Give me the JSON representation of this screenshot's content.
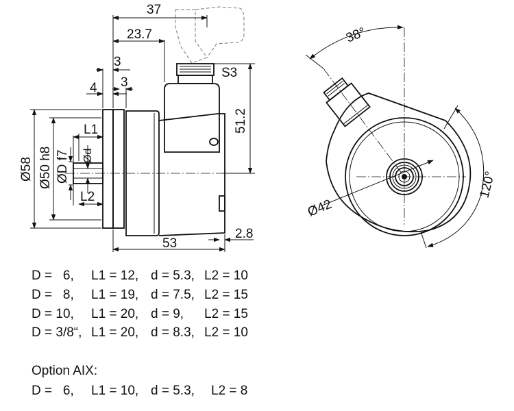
{
  "dimensions": {
    "overall_length_connector": "37",
    "connector_offset": "23.7",
    "flange_offset_a": "3",
    "flange_offset_b": "3",
    "flange_thickness": "4",
    "connector_label": "S3",
    "connector_height": "51.2",
    "body_diameter": "Ø58",
    "pilot_diameter": "Ø50 h8",
    "shaft_diameter": "ØD f7",
    "inner_diameter": "Ød",
    "shaft_length_1": "L1",
    "shaft_length_2": "L2",
    "body_length": "53",
    "cap_length": "2.8",
    "connector_angle": "38°",
    "mounting_diameter": "Ø42",
    "mounting_angle": "120°"
  },
  "variants": [
    {
      "D": "D =   6,",
      "L1": "L1 = 12,",
      "d": "d = 5.3,",
      "L2": "L2 = 10"
    },
    {
      "D": "D =   8,",
      "L1": "L1 = 19,",
      "d": "d = 7.5,",
      "L2": "L2 = 15"
    },
    {
      "D": "D = 10,",
      "L1": "L1 = 20,",
      "d": "d = 9,",
      "L2": "L2 = 15"
    },
    {
      "D": "D = 3/8“,",
      "L1": "L1 = 20,",
      "d": "d = 8.3,",
      "L2": "L2 = 10"
    }
  ],
  "option": {
    "title": "Option AIX:",
    "row": {
      "D": "D =   6,",
      "L1": "L1 = 10,",
      "d": "d = 5.3,",
      "L2": "L2 = 8"
    }
  }
}
